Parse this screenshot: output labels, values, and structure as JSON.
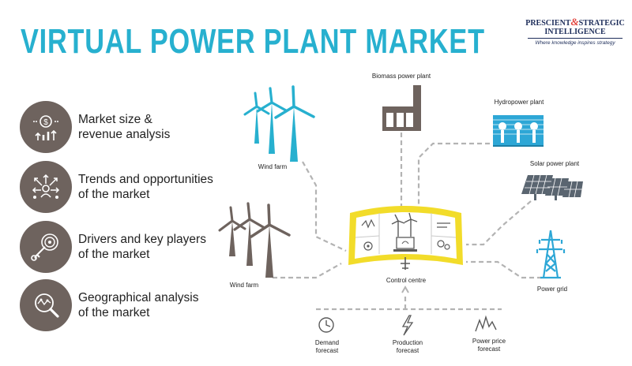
{
  "title": "VIRTUAL POWER PLANT MARKET",
  "logo": {
    "line1_left": "PRESCIENT",
    "line1_amp": "&",
    "line1_right": "STRATEGIC",
    "line2": "INTELLIGENCE",
    "tagline": "Where knowledge inspires strategy"
  },
  "features": [
    {
      "label": "Market size &\nrevenue analysis",
      "icon": "dollar-growth-icon"
    },
    {
      "label": "Trends and opportunities\nof the market",
      "icon": "network-people-icon"
    },
    {
      "label": "Drivers and key players\nof the market",
      "icon": "target-key-icon"
    },
    {
      "label": "Geographical analysis\nof the market",
      "icon": "map-magnifier-icon"
    }
  ],
  "diagram": {
    "nodes": {
      "wind_farm_top": "Wind farm",
      "wind_farm_bottom": "Wind farm",
      "biomass": "Biomass power plant",
      "hydro": "Hydropower plant",
      "solar": "Solar power plant",
      "grid": "Power grid",
      "control": "Control centre"
    },
    "forecasts": [
      {
        "label": "Demand\nforecast",
        "icon": "clock-icon"
      },
      {
        "label": "Production\nforecast",
        "icon": "lightning-icon"
      },
      {
        "label": "Power price\nforecast",
        "icon": "zigzag-chart-icon"
      }
    ]
  },
  "colors": {
    "title": "#27b0cf",
    "circle": "#6e635e",
    "accent": "#f2dc2a",
    "hydro": "#2da7d6",
    "solar": "#5a6570",
    "grid_tower": "#2da7d6",
    "dashes": "#b3b3b3",
    "turbine_cyan": "#27b0cf",
    "turbine_dark": "#6e635e"
  }
}
